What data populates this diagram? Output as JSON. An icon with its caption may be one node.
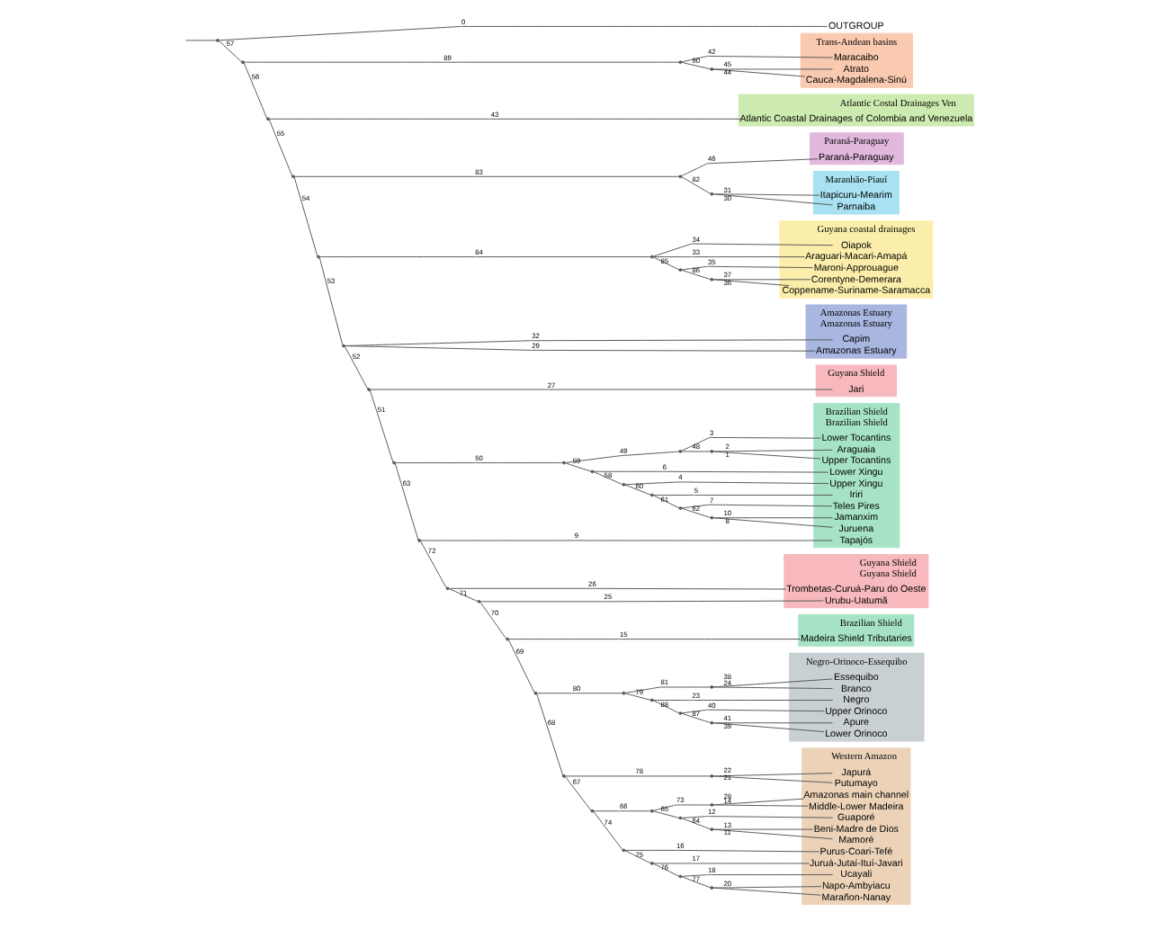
{
  "diagram": {
    "nodes": [
      {
        "text": [],
        "shape": "point"
      },
      {
        "text": [
          "OUTGROUP"
        ]
      },
      {
        "text": [],
        "shape": "point"
      },
      {
        "text": [],
        "shape": "point"
      },
      {
        "text": [
          "Trans-Andean basins"
        ]
      },
      {
        "text": [
          "Maracaibo"
        ],
        "in": 4
      },
      {
        "text": [],
        "shape": "point"
      },
      {
        "text": [
          "Atrato"
        ],
        "in": 4
      },
      {
        "text": [
          "Cauca-Magdalena-Sinú"
        ],
        "in": 4
      },
      {
        "text": [],
        "shape": "point"
      },
      {
        "text": [
          "Atlantic Costal Drainages Ven"
        ]
      },
      {
        "text": [
          "Atlantic Coastal Drainages of Colombia and Venezuela"
        ],
        "in": 10
      },
      {
        "text": [],
        "shape": "point"
      },
      {
        "text": [],
        "shape": "point"
      },
      {
        "text": [
          "Paraná-Paraguay"
        ]
      },
      {
        "text": [
          "Paraná-Paraguay"
        ],
        "in": 14
      },
      {
        "text": [],
        "shape": "point"
      },
      {
        "text": [
          "Maranhão-Piauí"
        ]
      },
      {
        "text": [
          "Itapicuru-Mearim"
        ],
        "in": 17
      },
      {
        "text": [
          "Parnaiba"
        ],
        "in": 17
      },
      {
        "text": [],
        "shape": "point"
      },
      {
        "text": [],
        "shape": "point"
      },
      {
        "text": [
          "Guyana coastal drainages"
        ]
      },
      {
        "text": [
          "Oiapok"
        ],
        "in": 22
      },
      {
        "text": [
          "Araguari-Macari-Amapá"
        ],
        "in": 22
      },
      {
        "text": [],
        "shape": "point"
      },
      {
        "text": [
          "Maroni-Approuague"
        ],
        "in": 22
      },
      {
        "text": [],
        "shape": "point"
      },
      {
        "text": [
          "Corentyne-Demerara"
        ],
        "in": 22
      },
      {
        "text": [
          "Coppename-Suriname-Saramacca"
        ],
        "in": 22
      },
      {
        "text": [],
        "shape": "point"
      },
      {
        "text": [
          "Amazonas Estuary",
          "Amazonas Estuary"
        ]
      },
      {
        "text": [
          "Capim"
        ],
        "in": 31
      },
      {
        "text": [
          "Amazonas Estuary"
        ],
        "in": 31
      },
      {
        "text": [],
        "shape": "point"
      },
      {
        "text": [
          "Guyana Shield"
        ]
      },
      {
        "text": [
          "Jari"
        ],
        "in": 35
      },
      {
        "text": [],
        "shape": "point"
      },
      {
        "text": [],
        "shape": "point"
      },
      {
        "text": [],
        "shape": "point"
      },
      {
        "text": [
          "Brazilian Shield",
          "Brazilian Shield"
        ]
      },
      {
        "text": [
          "Lower Tocantins"
        ],
        "in": 40
      },
      {
        "text": [],
        "shape": "point"
      },
      {
        "text": [
          "Araguaia"
        ],
        "in": 40
      },
      {
        "text": [
          "Upper Tocantins"
        ],
        "in": 40
      },
      {
        "text": [],
        "shape": "point"
      },
      {
        "text": [
          "Lower Xingu"
        ],
        "in": 40
      },
      {
        "text": [],
        "shape": "point"
      },
      {
        "text": [
          "Upper Xingu"
        ],
        "in": 40
      },
      {
        "text": [],
        "shape": "point"
      },
      {
        "text": [
          "Iriri"
        ],
        "in": 40
      },
      {
        "text": [],
        "shape": "point"
      },
      {
        "text": [
          "Teles Pires"
        ],
        "in": 40
      },
      {
        "text": [],
        "shape": "point"
      },
      {
        "text": [
          "Jamanxim"
        ],
        "in": 40
      },
      {
        "text": [
          "Juruena"
        ],
        "in": 40
      },
      {
        "text": [],
        "shape": "point"
      },
      {
        "text": [
          "Tapajós"
        ],
        "in": 40
      },
      {
        "text": [],
        "shape": "point"
      },
      {
        "text": [
          "Guyana Shield",
          "Guyana Shield"
        ]
      },
      {
        "text": [
          "Trombetas-Curuá-Paru do Oeste"
        ],
        "in": 59
      },
      {
        "text": [],
        "shape": "point"
      },
      {
        "text": [
          "Urubu-Uatumã"
        ],
        "in": 59
      },
      {
        "text": [],
        "shape": "point"
      },
      {
        "text": [
          "Brazilian Shield"
        ]
      },
      {
        "text": [
          "Madeira Shield Tributaries"
        ],
        "in": 64
      },
      {
        "text": [],
        "shape": "point"
      },
      {
        "text": [],
        "shape": "point"
      },
      {
        "text": [],
        "shape": "point"
      },
      {
        "text": [
          "Negro-Orinoco-Essequibo"
        ]
      },
      {
        "text": [
          "Essequibo"
        ],
        "in": 69
      },
      {
        "text": [
          "Branco"
        ],
        "in": 69
      },
      {
        "text": [],
        "shape": "point"
      },
      {
        "text": [
          "Negro"
        ],
        "in": 69
      },
      {
        "text": [],
        "shape": "point"
      },
      {
        "text": [
          "Upper Orinoco"
        ],
        "in": 69
      },
      {
        "text": [],
        "shape": "point"
      },
      {
        "text": [
          "Apure"
        ],
        "in": 69
      },
      {
        "text": [
          "Lower Orinoco"
        ],
        "in": 69
      },
      {
        "text": [],
        "shape": "point"
      },
      {
        "text": [],
        "shape": "point"
      },
      {
        "text": [
          "Western Amazon"
        ]
      },
      {
        "text": [
          "Japurá"
        ],
        "in": 81
      },
      {
        "text": [
          "Putumayo"
        ],
        "in": 81
      },
      {
        "text": [],
        "shape": "point"
      },
      {
        "text": [],
        "shape": "point"
      },
      {
        "text": [],
        "shape": "point"
      },
      {
        "text": [
          "Amazonas main channel"
        ],
        "in": 81
      },
      {
        "text": [
          "Middle-Lower Madeira"
        ],
        "in": 81
      },
      {
        "text": [],
        "shape": "point"
      },
      {
        "text": [
          "Guaporé"
        ],
        "in": 81
      },
      {
        "text": [],
        "shape": "point"
      },
      {
        "text": [
          "Beni-Madre de Dios"
        ],
        "in": 81
      },
      {
        "text": [
          "Mamoré"
        ],
        "in": 81
      },
      {
        "text": [],
        "shape": "point"
      },
      {
        "text": [
          "Purus-Coari-Tefé"
        ],
        "in": 81
      },
      {
        "text": [],
        "shape": "point"
      },
      {
        "text": [
          "Juruá-Jutaí-Ituí-Javari"
        ],
        "in": 81
      },
      {
        "text": [],
        "shape": "point"
      },
      {
        "text": [
          "Ucayali"
        ],
        "in": 81
      },
      {
        "text": [],
        "shape": "point"
      },
      {
        "text": [
          "Napo-Ambyiacu"
        ],
        "in": 81
      },
      {
        "text": [
          "Marañon-Nanay"
        ],
        "in": 81
      }
    ],
    "edges": [
      {
        "from": null,
        "to": 0,
        "arrow": "none"
      },
      {
        "from": 0,
        "to": 1,
        "arrow": "none",
        "label": "0"
      },
      {
        "from": 0,
        "to": 2,
        "arrow": "none",
        "label": "57"
      },
      {
        "from": 2,
        "to": 3,
        "arrow": "none",
        "label": "89"
      },
      {
        "from": 2,
        "to": 9,
        "arrow": "none",
        "label": "56"
      },
      {
        "from": 3,
        "to": 5,
        "arrow": "none",
        "label": "42"
      },
      {
        "from": 3,
        "to": 6,
        "arrow": "none",
        "label": "90"
      },
      {
        "from": 6,
        "to": 7,
        "arrow": "none",
        "label": "45"
      },
      {
        "from": 6,
        "to": 8,
        "arrow": "none",
        "label": "44"
      },
      {
        "from": 9,
        "to": 11,
        "arrow": "none",
        "label": "43"
      },
      {
        "from": 9,
        "to": 12,
        "arrow": "none",
        "label": "55"
      },
      {
        "from": 12,
        "to": 13,
        "arrow": "none",
        "label": "83"
      },
      {
        "from": 12,
        "to": 20,
        "arrow": "none",
        "label": "54"
      },
      {
        "from": 13,
        "to": 15,
        "arrow": "none",
        "label": "46"
      },
      {
        "from": 13,
        "to": 16,
        "arrow": "none",
        "label": "82"
      },
      {
        "from": 16,
        "to": 18,
        "arrow": "none",
        "label": "31"
      },
      {
        "from": 16,
        "to": 19,
        "arrow": "none",
        "label": "30"
      },
      {
        "from": 20,
        "to": 21,
        "arrow": "none",
        "label": "84"
      },
      {
        "from": 20,
        "to": 30,
        "arrow": "none",
        "label": "53"
      },
      {
        "from": 21,
        "to": 23,
        "arrow": "none",
        "label": "34"
      },
      {
        "from": 21,
        "to": 24,
        "arrow": "none",
        "label": "33"
      },
      {
        "from": 21,
        "to": 25,
        "arrow": "none",
        "label": "85"
      },
      {
        "from": 25,
        "to": 26,
        "arrow": "none",
        "label": "35"
      },
      {
        "from": 25,
        "to": 27,
        "arrow": "none",
        "label": "86"
      },
      {
        "from": 27,
        "to": 28,
        "arrow": "none",
        "label": "37"
      },
      {
        "from": 27,
        "to": 29,
        "arrow": "none",
        "label": "36"
      },
      {
        "from": 30,
        "to": 32,
        "arrow": "none",
        "label": "32"
      },
      {
        "from": 30,
        "to": 33,
        "arrow": "none",
        "label": "29"
      },
      {
        "from": 30,
        "to": 34,
        "arrow": "none",
        "label": "52"
      },
      {
        "from": 34,
        "to": 36,
        "arrow": "none",
        "label": "27"
      },
      {
        "from": 34,
        "to": 37,
        "arrow": "none",
        "label": "51"
      },
      {
        "from": 37,
        "to": 38,
        "arrow": "none",
        "label": "50"
      },
      {
        "from": 37,
        "to": 56,
        "arrow": "none",
        "label": "63"
      },
      {
        "from": 38,
        "to": 39,
        "arrow": "none",
        "label": "49"
      },
      {
        "from": 38,
        "to": 45,
        "arrow": "none",
        "label": "59"
      },
      {
        "from": 39,
        "to": 41,
        "arrow": "none",
        "label": "3"
      },
      {
        "from": 39,
        "to": 42,
        "arrow": "none",
        "label": "48"
      },
      {
        "from": 42,
        "to": 43,
        "arrow": "none",
        "label": "2"
      },
      {
        "from": 42,
        "to": 44,
        "arrow": "none",
        "label": "1"
      },
      {
        "from": 45,
        "to": 46,
        "arrow": "none",
        "label": "6"
      },
      {
        "from": 45,
        "to": 47,
        "arrow": "none",
        "label": "58"
      },
      {
        "from": 47,
        "to": 48,
        "arrow": "none",
        "label": "4"
      },
      {
        "from": 47,
        "to": 49,
        "arrow": "none",
        "label": "60"
      },
      {
        "from": 49,
        "to": 50,
        "arrow": "none",
        "label": "5"
      },
      {
        "from": 49,
        "to": 51,
        "arrow": "none",
        "label": "61"
      },
      {
        "from": 51,
        "to": 52,
        "arrow": "none",
        "label": "7"
      },
      {
        "from": 51,
        "to": 53,
        "arrow": "none",
        "label": "62"
      },
      {
        "from": 53,
        "to": 54,
        "arrow": "none",
        "label": "10"
      },
      {
        "from": 53,
        "to": 55,
        "arrow": "none",
        "label": "8"
      },
      {
        "from": 56,
        "to": 57,
        "arrow": "none",
        "label": "9"
      },
      {
        "from": 56,
        "to": 58,
        "arrow": "none",
        "label": "72"
      },
      {
        "from": 58,
        "to": 60,
        "arrow": "none",
        "label": "26"
      },
      {
        "from": 58,
        "to": 61,
        "arrow": "none",
        "label": "71"
      },
      {
        "from": 61,
        "to": 62,
        "arrow": "none",
        "label": "25"
      },
      {
        "from": 61,
        "to": 63,
        "arrow": "none",
        "label": "70"
      },
      {
        "from": 63,
        "to": 65,
        "arrow": "none",
        "label": "15"
      },
      {
        "from": 63,
        "to": 66,
        "arrow": "none",
        "label": "69"
      },
      {
        "from": 66,
        "to": 67,
        "arrow": "none",
        "label": "80"
      },
      {
        "from": 66,
        "to": 79,
        "arrow": "none",
        "label": "68"
      },
      {
        "from": 67,
        "to": 68,
        "arrow": "none",
        "label": "81"
      },
      {
        "from": 67,
        "to": 72,
        "arrow": "none",
        "label": "79"
      },
      {
        "from": 68,
        "to": 70,
        "arrow": "none",
        "label": "38"
      },
      {
        "from": 68,
        "to": 71,
        "arrow": "none",
        "label": "24"
      },
      {
        "from": 72,
        "to": 73,
        "arrow": "none",
        "label": "23"
      },
      {
        "from": 72,
        "to": 74,
        "arrow": "none",
        "label": "88"
      },
      {
        "from": 74,
        "to": 75,
        "arrow": "none",
        "label": "40"
      },
      {
        "from": 74,
        "to": 76,
        "arrow": "none",
        "label": "87"
      },
      {
        "from": 76,
        "to": 77,
        "arrow": "none",
        "label": "41"
      },
      {
        "from": 76,
        "to": 78,
        "arrow": "none",
        "label": "39"
      },
      {
        "from": 79,
        "to": 80,
        "arrow": "none",
        "label": "78"
      },
      {
        "from": 79,
        "to": 84,
        "arrow": "none",
        "label": "67"
      },
      {
        "from": 80,
        "to": 82,
        "arrow": "none",
        "label": "22"
      },
      {
        "from": 80,
        "to": 83,
        "arrow": "none",
        "label": "21"
      },
      {
        "from": 84,
        "to": 85,
        "arrow": "none",
        "label": "66"
      },
      {
        "from": 84,
        "to": 94,
        "arrow": "none",
        "label": "74"
      },
      {
        "from": 85,
        "to": 86,
        "arrow": "none",
        "label": "73"
      },
      {
        "from": 85,
        "to": 89,
        "arrow": "none",
        "label": "65"
      },
      {
        "from": 86,
        "to": 87,
        "arrow": "none",
        "label": "28"
      },
      {
        "from": 86,
        "to": 88,
        "arrow": "none",
        "label": "14"
      },
      {
        "from": 89,
        "to": 90,
        "arrow": "none",
        "label": "12"
      },
      {
        "from": 89,
        "to": 91,
        "arrow": "none",
        "label": "64"
      },
      {
        "from": 91,
        "to": 92,
        "arrow": "none",
        "label": "13"
      },
      {
        "from": 91,
        "to": 93,
        "arrow": "none",
        "label": "11"
      },
      {
        "from": 94,
        "to": 95,
        "arrow": "none",
        "label": "16"
      },
      {
        "from": 94,
        "to": 96,
        "arrow": "none",
        "label": "75"
      },
      {
        "from": 96,
        "to": 97,
        "arrow": "none",
        "label": "17"
      },
      {
        "from": 96,
        "to": 98,
        "arrow": "none",
        "label": "76"
      },
      {
        "from": 98,
        "to": 99,
        "arrow": "none",
        "label": "18"
      },
      {
        "from": 98,
        "to": 100,
        "arrow": "none",
        "label": "77"
      },
      {
        "from": 100,
        "to": 101,
        "arrow": "none",
        "label": "20"
      },
      {
        "from": 100,
        "to": 102,
        "arrow": "none"
      }
    ]
  }
}
